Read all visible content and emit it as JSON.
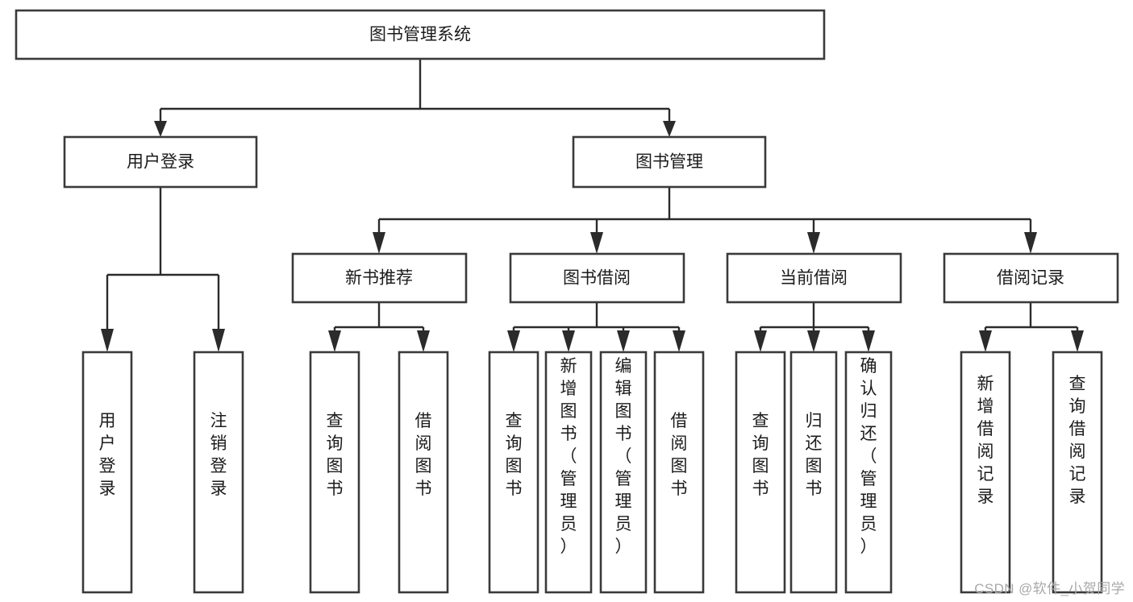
{
  "diagram": {
    "type": "tree",
    "title": "图书管理系统",
    "orientation": "top-down",
    "background_color": "#ffffff",
    "box_stroke_color": "#3a3a3a",
    "box_fill_color": "#ffffff",
    "connector_color": "#2b2b2b",
    "text_color": "#1b1b1b"
  },
  "root": {
    "label": "图书管理系统"
  },
  "level2": [
    {
      "label": "用户登录"
    },
    {
      "label": "图书管理"
    }
  ],
  "level3": [
    {
      "label": "新书推荐"
    },
    {
      "label": "图书借阅"
    },
    {
      "label": "当前借阅"
    },
    {
      "label": "借阅记录"
    }
  ],
  "leaves": {
    "user_login": [
      {
        "label": "用户登录"
      },
      {
        "label": "注销登录"
      }
    ],
    "new_book": [
      {
        "label": "查询图书"
      },
      {
        "label": "借阅图书"
      }
    ],
    "book_borrow": [
      {
        "label": "查询图书"
      },
      {
        "label": "新增图书（管理员）"
      },
      {
        "label": "编辑图书（管理员）"
      },
      {
        "label": "借阅图书"
      }
    ],
    "current_borrow": [
      {
        "label": "查询图书"
      },
      {
        "label": "归还图书"
      },
      {
        "label": "确认归还（管理员）"
      }
    ],
    "borrow_record": [
      {
        "label": "新增借阅记录"
      },
      {
        "label": "查询借阅记录"
      }
    ]
  },
  "watermark": {
    "text": "CSDN @软件_小贺同学"
  }
}
